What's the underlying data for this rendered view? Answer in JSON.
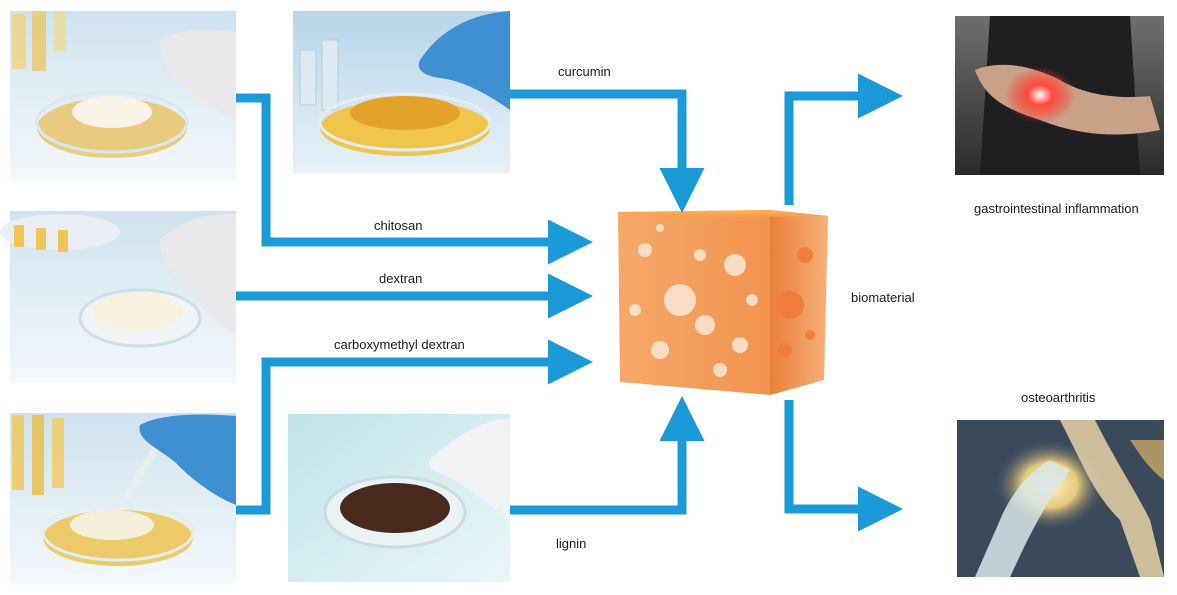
{
  "labels": {
    "curcumin": "curcumin",
    "chitosan": "chitosan",
    "dextran": "dextran",
    "carboxymethyl_dextran": "carboxymethyl dextran",
    "lignin": "lignin",
    "biomaterial": "biomaterial",
    "gastrointestinal_inflammation": "gastrointestinal inflammation",
    "osteoarthritis": "osteoarthritis"
  },
  "colors": {
    "arrow": "#1a9ad6",
    "sponge": "#f4a15a",
    "curcumin_powder": "#e3a32a",
    "lignin_powder": "#4a2a1c",
    "glove": "#3f8fd3"
  }
}
